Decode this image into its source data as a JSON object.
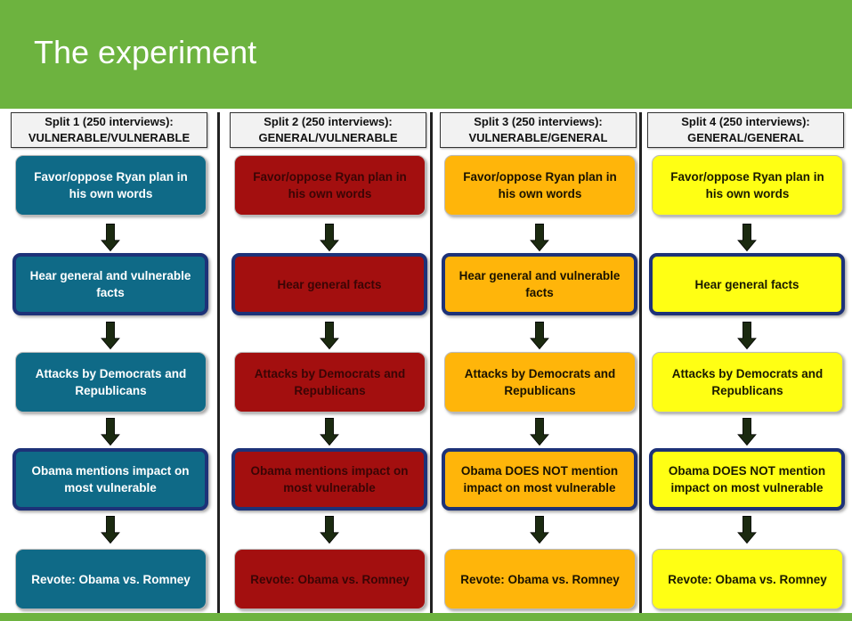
{
  "title": "The experiment",
  "splits": [
    {
      "heading_line1": "Split 1 (250 interviews):",
      "heading_line2": "VULNERABLE/VULNERABLE",
      "steps": [
        "Favor/oppose Ryan plan in his own words",
        "Hear general and vulnerable facts",
        "Attacks by Democrats and Republicans",
        "Obama mentions impact on most vulnerable",
        "Revote: Obama vs. Romney"
      ]
    },
    {
      "heading_line1": "Split 2 (250 interviews):",
      "heading_line2": "GENERAL/VULNERABLE",
      "steps": [
        "Favor/oppose Ryan plan in his own words",
        "Hear general facts",
        "Attacks by Democrats and Republicans",
        "Obama mentions impact on most vulnerable",
        "Revote: Obama vs. Romney"
      ]
    },
    {
      "heading_line1": "Split 3 (250 interviews):",
      "heading_line2": "VULNERABLE/GENERAL",
      "steps": [
        "Favor/oppose Ryan plan in his own words",
        "Hear general and vulnerable facts",
        "Attacks by Democrats and Republicans",
        "Obama DOES NOT mention impact on most vulnerable",
        "Revote: Obama vs. Romney"
      ]
    },
    {
      "heading_line1": "Split 4 (250 interviews):",
      "heading_line2": "GENERAL/GENERAL",
      "steps": [
        "Favor/oppose Ryan plan in his own words",
        "Hear general facts",
        "Attacks by Democrats and Republicans",
        "Obama DOES NOT mention impact on most vulnerable",
        "Revote: Obama vs. Romney"
      ]
    }
  ],
  "colors": {
    "header": "#6db33f",
    "split1": "#0f6a87",
    "split2": "#a30f0f",
    "split3": "#ffb50a",
    "split4": "#ffff14",
    "highlight_border": "#1d3278",
    "arrow": "#1b2a10"
  }
}
